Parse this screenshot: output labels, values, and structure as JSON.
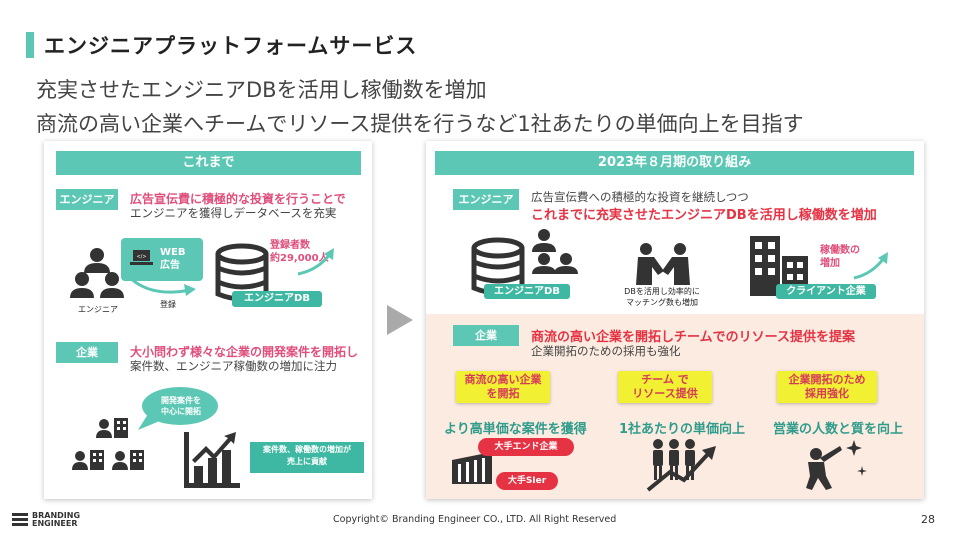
{
  "page": {
    "title": "エンジニアプラットフォームサービス",
    "lead": [
      "充実させたエンジニアDBを活用し稼働数を増加",
      "商流の高い企業へチームでリソース提供を行うなど1社あたりの単価向上を目指す"
    ],
    "footer": {
      "copyright": "Copyright© Branding Engineer CO., LTD. All Right Reserved",
      "page_number": "28",
      "logo_line1": "BRANDING",
      "logo_line2": "ENGINEER"
    }
  },
  "left": {
    "header": "これまで",
    "engineer": {
      "tag": "エンジニア",
      "highlight": "広告宣伝費に積極的な投資を行うことで",
      "desc": "エンジニアを獲得しデータベースを充実",
      "web_label": "WEB\n広告",
      "register": "登録",
      "person_label": "エンジニア",
      "db_label": "エンジニアDB",
      "count_label": "登録者数\n約29,000人"
    },
    "company": {
      "tag": "企業",
      "highlight": "大小問わず様々な企業の開発案件を開拓し",
      "desc": "案件数、エンジニア稼働数の増加に注力",
      "bubble": "開発案件を\n中心に開拓",
      "result": "案件数、稼働数の増加が\n売上に貢献"
    }
  },
  "right": {
    "header": "2023年８月期の取り組み",
    "engineer": {
      "tag": "エンジニア",
      "desc": "広告宣伝費への積極的な投資を継続しつつ",
      "highlight": "これまでに充実させたエンジニアDBを活用し稼働数を増加",
      "db_label": "エンジニアDB",
      "matching": "DBを活用し効率的に\nマッチング数も増加",
      "client_label": "クライアント企業",
      "uptick": "稼働数の\n増加"
    },
    "company": {
      "tag": "企業",
      "highlight": "商流の高い企業を開拓しチームでのリソース提供を提案",
      "desc": "企業開拓のための採用も強化",
      "boxes": [
        "商流の高い企業\nを開拓",
        "チーム で\nリソース提供",
        "企業開拓のため\n採用強化"
      ],
      "results": [
        "より高単価な案件を獲得",
        "1社あたりの単価向上",
        "営業の人数と質を向上"
      ],
      "bubbles": [
        "大手エンド企業",
        "大手SIer"
      ]
    }
  },
  "colors": {
    "teal": "#5cc7b4",
    "pink": "#e04f7c",
    "red": "#e53344",
    "yellow": "#f2f032",
    "peach": "#fcebe0",
    "dark": "#333333"
  }
}
